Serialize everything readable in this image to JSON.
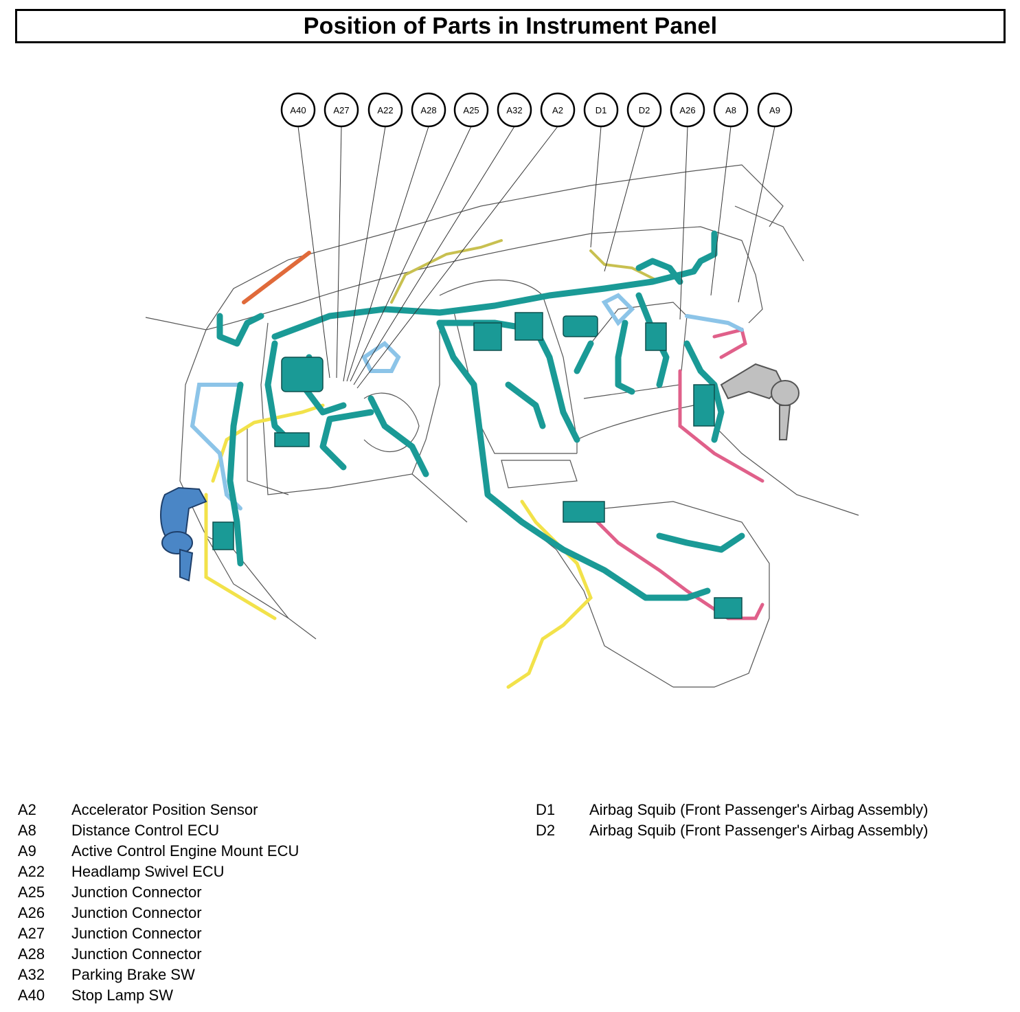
{
  "title": "Position of Parts in Instrument Panel",
  "callouts": [
    "A40",
    "A27",
    "A22",
    "A28",
    "A25",
    "A32",
    "A2",
    "D1",
    "D2",
    "A26",
    "A8",
    "A9"
  ],
  "legend_left": [
    {
      "code": "A2",
      "desc": "Accelerator Position Sensor"
    },
    {
      "code": "A8",
      "desc": "Distance Control ECU"
    },
    {
      "code": "A9",
      "desc": "Active Control Engine Mount ECU"
    },
    {
      "code": "A22",
      "desc": "Headlamp Swivel ECU"
    },
    {
      "code": "A25",
      "desc": "Junction Connector"
    },
    {
      "code": "A26",
      "desc": "Junction Connector"
    },
    {
      "code": "A27",
      "desc": "Junction Connector"
    },
    {
      "code": "A28",
      "desc": "Junction Connector"
    },
    {
      "code": "A32",
      "desc": "Parking Brake SW"
    },
    {
      "code": "A40",
      "desc": "Stop Lamp SW"
    }
  ],
  "legend_right": [
    {
      "code": "D1",
      "desc": "Airbag Squib (Front Passenger's Airbag Assembly)"
    },
    {
      "code": "D2",
      "desc": "Airbag Squib (Front Passenger's Airbag Assembly)"
    }
  ],
  "colors": {
    "harness_main": "#1a9a96",
    "harness_light": "#8cc4e8",
    "harness_yellow": "#f2e24a",
    "harness_pink": "#e0608a",
    "harness_orange": "#e06a3a",
    "harness_olive": "#c8c050",
    "steering_blue": "#4a86c6",
    "outline": "#555555"
  }
}
